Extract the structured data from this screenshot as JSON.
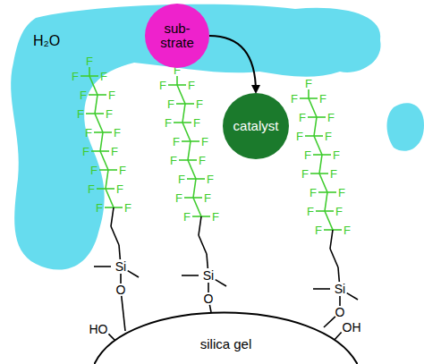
{
  "diagram": {
    "nodes": [
      {
        "text": [
          "sub- strate"
        ]
      },
      {
        "text": [
          "catalyst"
        ]
      },
      {
        "text": [
          "silica gel"
        ]
      }
    ],
    "edges": [
      {
        "from": 0,
        "to": 1,
        "arrow": "to"
      }
    ],
    "labels": [
      "H₂O",
      "F",
      "F",
      "F",
      "F",
      "F",
      "F",
      "F",
      "F",
      "F",
      "F",
      "F",
      "F",
      "F",
      "F",
      "F",
      "F",
      "F",
      "F",
      "F",
      "F",
      "F",
      "F",
      "F",
      "F",
      "F",
      "F",
      "F",
      "F",
      "F",
      "F",
      "F",
      "F",
      "F",
      "F",
      "F",
      "F",
      "F",
      "F",
      "F",
      "F",
      "F",
      "F",
      "F",
      "F",
      "F",
      "F",
      "F",
      "F",
      "F",
      "F",
      "F",
      "Si",
      "Si",
      "Si",
      "O",
      "O",
      "O",
      "HO",
      "OH"
    ]
  }
}
